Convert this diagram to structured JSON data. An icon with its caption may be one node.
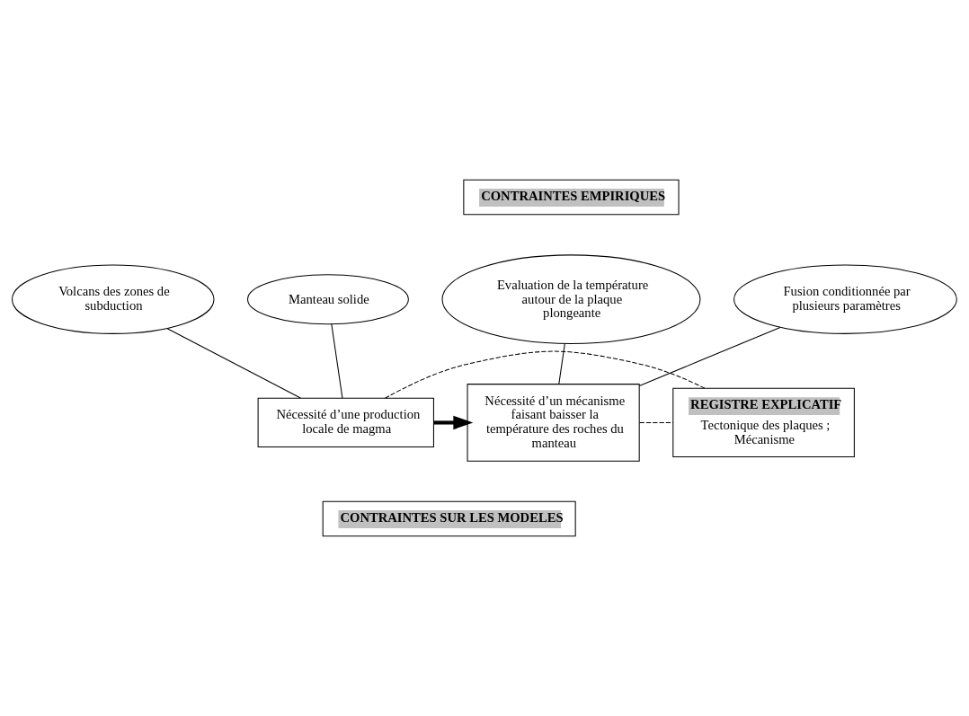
{
  "diagram": {
    "nodes": [
      {
        "text": [
          "CONTRAINTES EMPIRIQUES"
        ]
      },
      {
        "text": [
          "Evaluation de la température autour de la plaque plongeante"
        ]
      },
      {
        "text": [
          "Volcans des zones de subduction"
        ]
      },
      {
        "text": [
          "Manteau solide"
        ]
      },
      {
        "text": [
          "Fusion conditionnée par plusieurs paramètres"
        ]
      },
      {
        "text": [
          "REGISTRE EXPLICATIF",
          "Tectonique des plaques ; Mécanisme"
        ]
      },
      {
        "text": [
          "Nécessité d’un mécanisme faisant baisser la température des roches du manteau"
        ]
      },
      {
        "text": [
          "Nécessité d’une production locale de magma"
        ]
      },
      {
        "text": [
          "CONTRAINTES SUR LES MODELES"
        ]
      }
    ],
    "edges": [
      {
        "from": 1,
        "to": 6,
        "arrow": "none"
      },
      {
        "from": 4,
        "to": 6,
        "arrow": "none"
      },
      {
        "from": 2,
        "to": 7,
        "arrow": "none"
      },
      {
        "from": 3,
        "to": 7,
        "arrow": "none"
      },
      {
        "from": 7,
        "to": 6,
        "arrow": "to",
        "style": "thick"
      },
      {
        "from": 7,
        "to": 5,
        "arrow": "none",
        "style": "dashed"
      },
      {
        "from": 6,
        "to": 5,
        "arrow": "none",
        "style": "dashed"
      }
    ]
  }
}
